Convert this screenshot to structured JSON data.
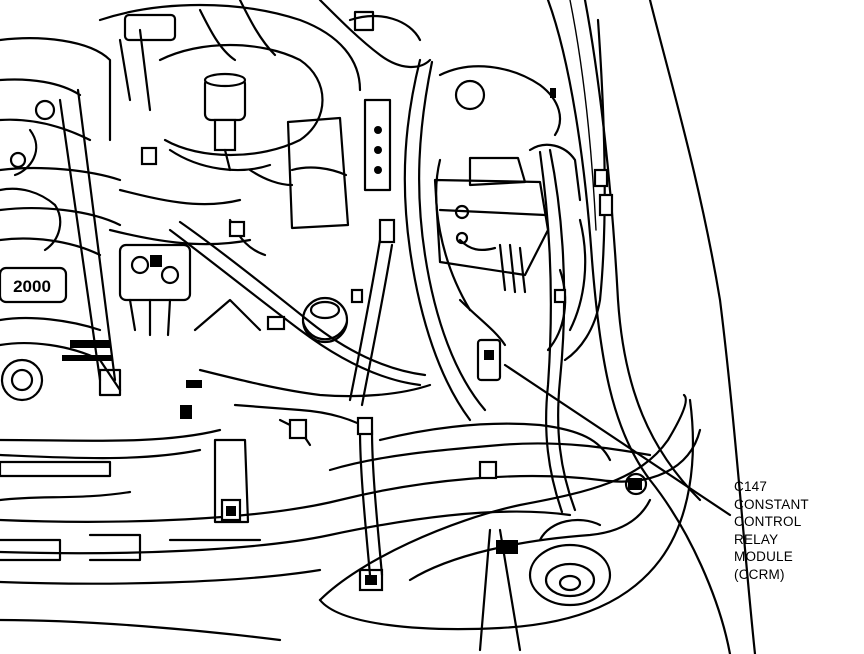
{
  "diagram": {
    "callout": {
      "connector_id": "C147",
      "lines": [
        "CONSTANT",
        "CONTROL",
        "RELAY",
        "MODULE",
        "(CCRM)"
      ]
    },
    "engine_badge": "2000",
    "colors": {
      "ink": "#000000",
      "paper": "#ffffff"
    }
  }
}
